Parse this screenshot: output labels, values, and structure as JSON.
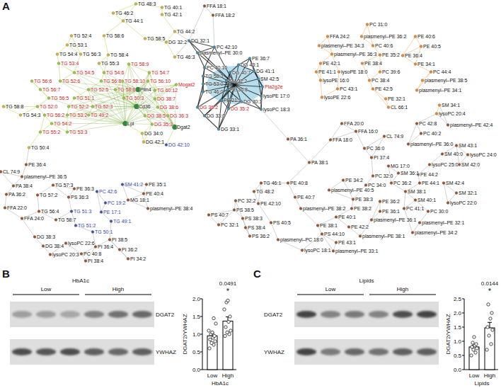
{
  "diagram": {
    "labels": [
      "A",
      "TG 48:3",
      "TG 46:2",
      "TG 40:1",
      "TG 42:1",
      "TG 44:1",
      "FFA 18:1",
      "FFA 18:2",
      "TG 58:5",
      "TG 44:2",
      "DG 32:2",
      "DG 32:1",
      "TG 46:3",
      "PC 42:10",
      "plasmenyl–PE 30:0",
      "DG 43:1",
      "PE 36:7",
      "PC 40:10",
      "DG 40:7",
      "DG 41:1",
      "TG 58:3",
      "SM 32:2",
      "SM 42:5",
      "TG 53:0",
      "Pla2g2e",
      "PE 36:8",
      "TG 46:0",
      "lysoPE 17:0",
      "PE 21:1",
      "DG 30:1",
      "DG 36:2",
      "DG 35:2",
      "lysoPC 18:3",
      "DG 33:0",
      "DG 33:1",
      "TG 52:4",
      "TG 58:6",
      "TG 53:1",
      "TG 54:4",
      "TG 56:3",
      "TG 58:4",
      "TG 53:4",
      "TG 55:3",
      "TG 58:9",
      "TG 54:5",
      "TG 54:6",
      "TG 54:7",
      "TG 56:6",
      "TG 52:6",
      "TG 56:8",
      "TG 58:10",
      "TG 56:10",
      "TG 56:7",
      "TG 52:5",
      "TG 58:8",
      "Plin4",
      "TG 60:12",
      "Mogat2",
      "TG 56:5",
      "TG 51:1",
      "TG 50:3",
      "DG 38:7",
      "TG 58:8",
      "TG 52:0",
      "TG 52:2",
      "TG 52:3",
      "Cd36",
      "DG 38:6",
      "TG 54:3",
      "TG 56:2",
      "TG 53:2",
      "TG 49:2",
      "DG 38:5",
      "DG 36:3",
      "TG 54:2",
      "Lpl",
      "DG 35:3",
      "Dgat2",
      "TG 55:2",
      "TG 53:3",
      "DG 34:0",
      "DG 42:1",
      "DG 42:10",
      "TG 50:4",
      "PC 31:0",
      "FFA 24:2",
      "plasmenyl–PE 36:2",
      "PE 40:6",
      "plasmenyl–PE 34:3",
      "PC 40:6",
      "PE 40:5",
      "plasmenyl–PE 36:3",
      "PE 35:2",
      "PE 36:4",
      "PE 42:1",
      "PE 38:4",
      "PE 34:1",
      "PE 41:1",
      "lysoPE 18:0",
      "PC 39:6",
      "PC 44:4",
      "lysoPE 16:0",
      "PC 38:4",
      "plasmenyl–PE 38:5",
      "PC 43:1",
      "PE 42:5",
      "plasmenyl–PE 34:1",
      "lysoPE 22:6",
      "PE 32:1",
      "CL 66:1",
      "SM 34:1",
      "lysoPC 20:4",
      "PC 42:8",
      "plasmenyl–PE 42:4",
      "PC 40:2",
      "CL 74:9",
      "plasmenyl–PE 36:0",
      "PC 36:0",
      "SM 43:1",
      "SM 40:0",
      "lysoPC 24:0",
      "lysoPC 25:0",
      "SM 42:0",
      "PE 44:2",
      "PE 44:1",
      "SM 42:4",
      "SM 32:1",
      "lysoPC 22:0",
      "FFA 20:0",
      "FFA 16:0",
      "FFA 18:0",
      "PA 36:1",
      "PA 38:1",
      "PI 37:4",
      "MG 17:0",
      "SM 36:1",
      "PC 32:0",
      "PC 34:0",
      "PC 36:2",
      "SM 38:1",
      "SM 40:1",
      "PE 36:2",
      "PC 41:1",
      "PE 36:1",
      "PC 30:0",
      "plasmenyl–PE 36:1",
      "plasmenyl–PE 32:1",
      "plasmenyl–PE 34:2",
      "TG 46:1",
      "TG 48:2",
      "PE 40:8",
      "plasmenyl–PE 40:5",
      "PE 34:2",
      "PE 40:7",
      "PE 38:3",
      "PC 32:2",
      "PE 42:10",
      "plasmenyl–PE 38:2",
      "PE 38:2",
      "PS 38:5",
      "PS 40:7",
      "PE 40:1",
      "PS 38:3",
      "PS 40:5",
      "PC 32:1",
      "PE 38:1",
      "PE 42:2",
      "PS 38:4",
      "PS 44:10",
      "plasmenyl–PE 38:1",
      "PS 36:2",
      "plasmenyl–PC 18:0",
      "PE 43:1",
      "lysoPC 18:1",
      "plasmenyl–PE 33:1",
      "CL 74:9",
      "PE 36:4",
      "plasmenyl–PE 36:5",
      "PA 38:4",
      "TG 57:3",
      "PA 36:2",
      "TG 57:2",
      "PE 36:3",
      "PS 36:3",
      "PC 42:6",
      "SM 41:2",
      "PE 35:1",
      "PE 40:4",
      "MG 18:1",
      "PC 19:2",
      "FFA 22:0",
      "plasmenyl–PE 38:4",
      "TG 56:4",
      "TG 51:3",
      "PE 17:1",
      "FFA 24:0",
      "TG 58:7",
      "TG 49:1",
      "TG 51:2",
      "TG 50:1",
      "DG 38:3",
      "PI 38:5",
      "lysoPC 22:6",
      "DG 38:4",
      "PI 36:4",
      "PI 36:2",
      "lysoPC 20:3",
      "PC 40:8",
      "PI 38:4",
      "PI 34:2",
      "B",
      "HbA1c",
      "Low",
      "High",
      "DGAT2",
      "YWHAZ",
      "0.0491",
      "*",
      "2.0",
      "1.5",
      "1.0",
      "0.5",
      "0.0",
      "DGAT2/YWHAZ",
      "Low",
      "High",
      "HbA1c",
      "C",
      "Lipids",
      "Low",
      "High",
      "DGAT2",
      "YWHAZ",
      "0.0144",
      "*",
      "2.5",
      "2.0",
      "1.5",
      "1.0",
      "0.5",
      "0.0",
      "DGAT2/YWHAZ",
      "Low",
      "High",
      "Lipids"
    ]
  }
}
